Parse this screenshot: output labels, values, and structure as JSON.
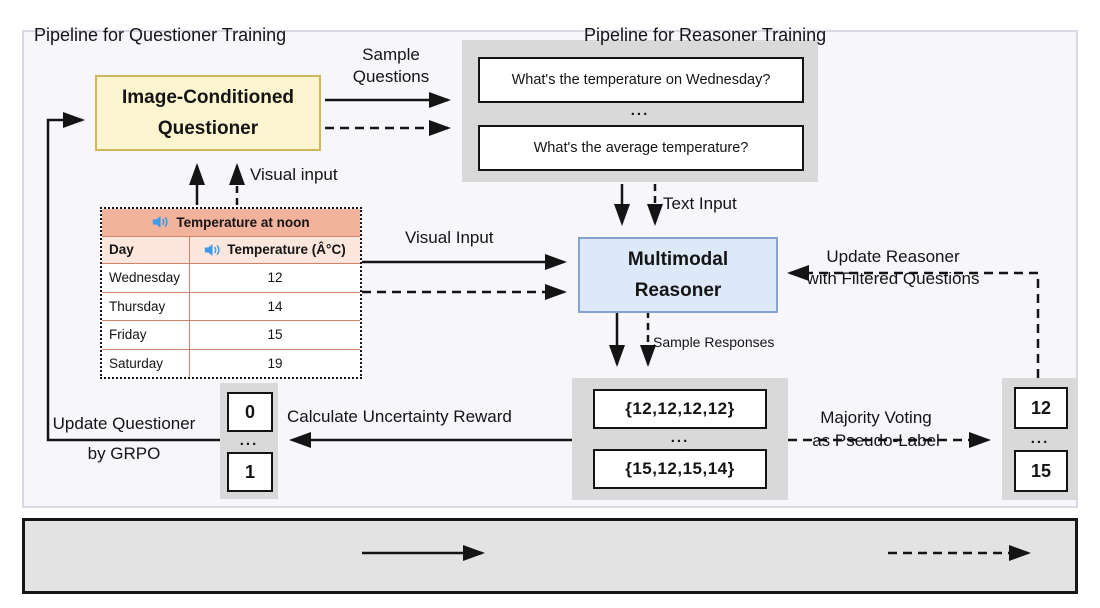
{
  "questioner": {
    "line1": "Image-Conditioned",
    "line2": "Questioner"
  },
  "reasoner": {
    "line1": "Multimodal",
    "line2": "Reasoner"
  },
  "questions": {
    "q1": "What's the temperature on Wednesday?",
    "ellipsis": "...",
    "q2": "What's the average temperature?"
  },
  "table": {
    "title": "Temperature at noon",
    "columns": [
      "Day",
      "Temperature (Â°C)"
    ],
    "rows": [
      [
        "Wednesday",
        "12"
      ],
      [
        "Thursday",
        "14"
      ],
      [
        "Friday",
        "15"
      ],
      [
        "Saturday",
        "19"
      ]
    ]
  },
  "responses": {
    "r1": "{12,12,12,12}",
    "ellipsis": "...",
    "r2": "{15,12,15,14}"
  },
  "pseudo_labels": {
    "v1": "12",
    "ellipsis": "...",
    "v2": "15"
  },
  "rewards": {
    "v1": "0",
    "ellipsis": "...",
    "v2": "1"
  },
  "labels": {
    "sample_questions_line1": "Sample",
    "sample_questions_line2": "Questions",
    "visual_input_top": "Visual input",
    "visual_input_mid": "Visual Input",
    "text_input": "Text Input",
    "update_reasoner_line1": "Update Reasoner",
    "update_reasoner_line2": "with Filtered Questions",
    "sample_responses": "Sample Responses",
    "majority_line1": "Majority Voting",
    "majority_line2": "as Pseudo-Label",
    "calc_reward": "Calculate Uncertainty Reward",
    "update_questioner_line1": "Update Questioner",
    "update_questioner_line2": "by GRPO"
  },
  "legend": {
    "questioner_training": "Pipeline for Questioner Training",
    "reasoner_training": "Pipeline for Reasoner Training"
  },
  "colors": {
    "questioner_fill": "#fdf5cf",
    "questioner_border": "#cfb65e",
    "reasoner_fill": "#dde9f9",
    "reasoner_border": "#83a4cf",
    "table_title_fill": "#f2b29c",
    "table_header_fill": "#fde6db",
    "table_border": "#cd8468",
    "container_gray": "#d9d9d9",
    "speaker_blue": "#3d9be9",
    "arrow_black": "#141414"
  }
}
